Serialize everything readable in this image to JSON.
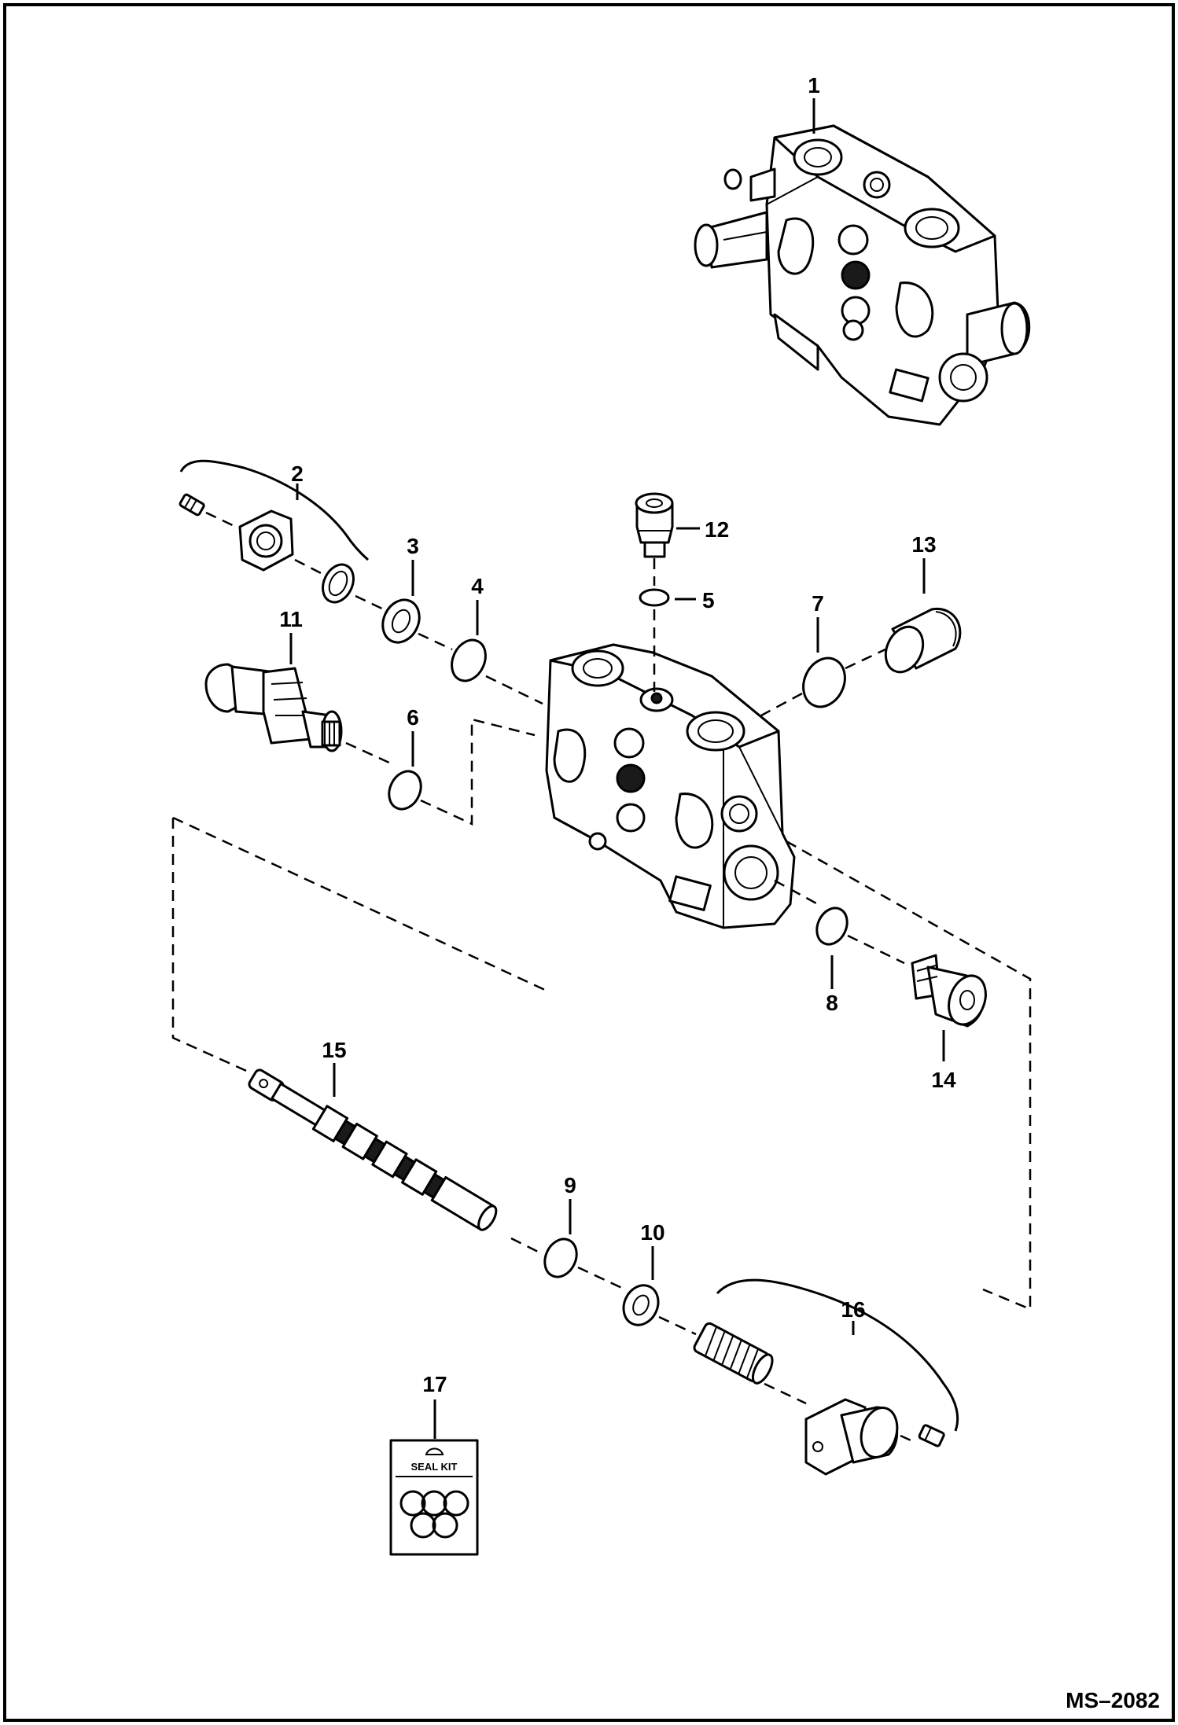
{
  "drawing": {
    "code": "MS–2082",
    "seal_kit_text": "SEAL KIT"
  },
  "parts": [
    {
      "label": "1"
    },
    {
      "label": "2"
    },
    {
      "label": "3"
    },
    {
      "label": "4"
    },
    {
      "label": "5"
    },
    {
      "label": "6"
    },
    {
      "label": "7"
    },
    {
      "label": "8"
    },
    {
      "label": "9"
    },
    {
      "label": "10"
    },
    {
      "label": "11"
    },
    {
      "label": "12"
    },
    {
      "label": "13"
    },
    {
      "label": "14"
    },
    {
      "label": "15"
    },
    {
      "label": "16"
    },
    {
      "label": "17"
    }
  ]
}
